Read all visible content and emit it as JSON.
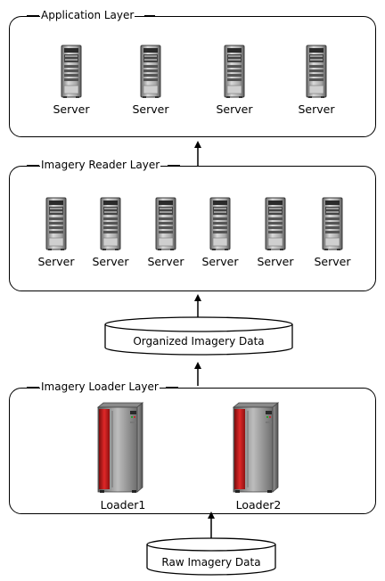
{
  "layers": [
    {
      "title": "Application Layer",
      "servers": [
        "Server",
        "Server",
        "Server",
        "Server"
      ]
    },
    {
      "title": "Imagery Reader Layer",
      "servers": [
        "Server",
        "Server",
        "Server",
        "Server",
        "Server",
        "Server"
      ]
    },
    {
      "title": "Imagery Loader Layer",
      "loaders": [
        "Loader1",
        "Loader2"
      ]
    }
  ],
  "data_stores": {
    "organized": "Organized Imagery Data",
    "raw": "Raw Imagery Data"
  },
  "icons": {
    "server": "server-tower-icon",
    "loader": "loader-cabinet-icon",
    "database": "database-cylinder-icon"
  }
}
